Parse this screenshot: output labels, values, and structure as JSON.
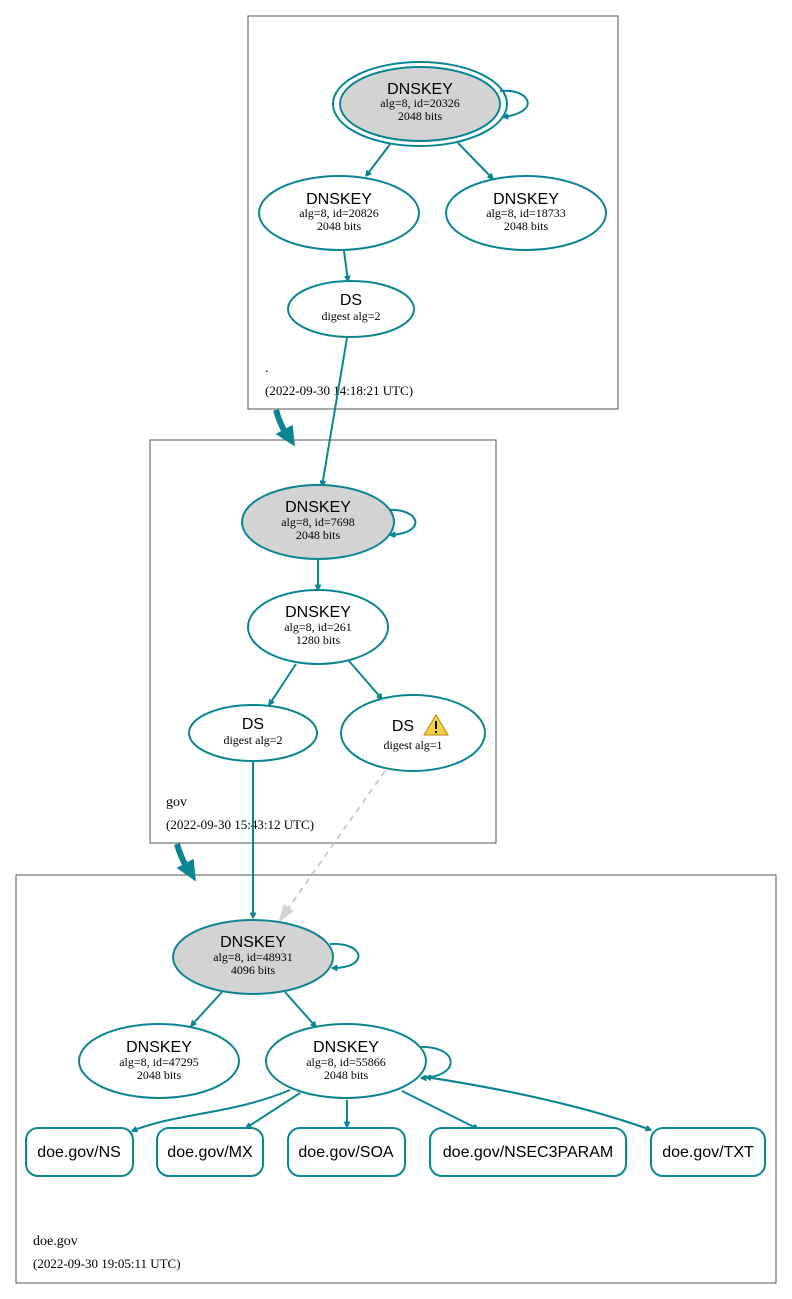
{
  "zones": {
    "root": {
      "name": ".",
      "time": "(2022-09-30 14:18:21 UTC)"
    },
    "gov": {
      "name": "gov",
      "time": "(2022-09-30 15:43:12 UTC)"
    },
    "doe": {
      "name": "doe.gov",
      "time": "(2022-09-30 19:05:11 UTC)"
    }
  },
  "nodes": {
    "root_ksk": {
      "title": "DNSKEY",
      "line1": "alg=8, id=20326",
      "line2": "2048 bits"
    },
    "root_zsk1": {
      "title": "DNSKEY",
      "line1": "alg=8, id=20826",
      "line2": "2048 bits"
    },
    "root_zsk2": {
      "title": "DNSKEY",
      "line1": "alg=8, id=18733",
      "line2": "2048 bits"
    },
    "root_ds": {
      "title": "DS",
      "line1": "digest alg=2"
    },
    "gov_ksk": {
      "title": "DNSKEY",
      "line1": "alg=8, id=7698",
      "line2": "2048 bits"
    },
    "gov_zsk": {
      "title": "DNSKEY",
      "line1": "alg=8, id=261",
      "line2": "1280 bits"
    },
    "gov_ds2": {
      "title": "DS",
      "line1": "digest alg=2"
    },
    "gov_ds1": {
      "title": "DS",
      "line1": "digest alg=1"
    },
    "doe_ksk": {
      "title": "DNSKEY",
      "line1": "alg=8, id=48931",
      "line2": "4096 bits"
    },
    "doe_key1": {
      "title": "DNSKEY",
      "line1": "alg=8, id=47295",
      "line2": "2048 bits"
    },
    "doe_key2": {
      "title": "DNSKEY",
      "line1": "alg=8, id=55866",
      "line2": "2048 bits"
    }
  },
  "records": {
    "ns": "doe.gov/NS",
    "mx": "doe.gov/MX",
    "soa": "doe.gov/SOA",
    "nsec3param": "doe.gov/NSEC3PARAM",
    "txt": "doe.gov/TXT"
  },
  "icons": {
    "warning": "warning-icon"
  },
  "colors": {
    "edge": "#0b8594",
    "ksk_fill": "#d3d3d3",
    "dashed_edge": "#cccccc",
    "warning": "#f5d142"
  }
}
